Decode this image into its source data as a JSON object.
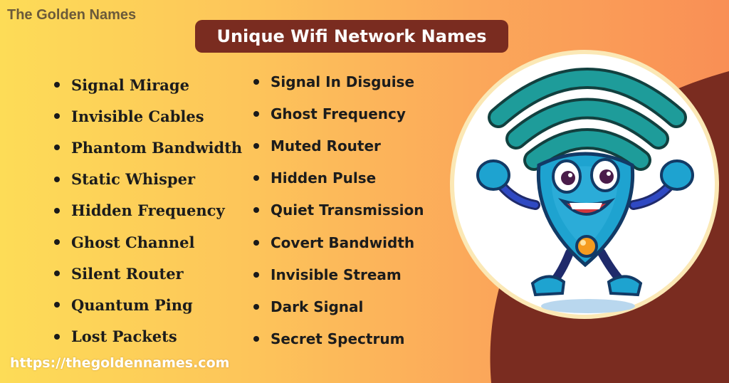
{
  "header": {
    "brand": "The Golden Names",
    "title": "Unique Wifi Network Names"
  },
  "names_left": [
    "Signal Mirage",
    "Invisible Cables",
    "Phantom Bandwidth",
    "Static Whisper",
    "Hidden Frequency",
    "Ghost Channel",
    "Silent Router",
    "Quantum Ping",
    "Lost Packets"
  ],
  "names_right": [
    "Signal In Disguise",
    "Ghost Frequency",
    "Muted Router",
    "Hidden Pulse",
    "Quiet Transmission",
    "Covert Bandwidth",
    "Invisible Stream",
    "Dark Signal",
    "Secret Spectrum"
  ],
  "footer": {
    "url": "https://thegoldennames.com"
  },
  "colors": {
    "title_bg": "#7a2c20",
    "dark_blob": "#7a2c20",
    "mascot_body": "#1ea3d0",
    "wifi_arcs": "#1e9c9a"
  },
  "illustration": "wifi-mascot-icon"
}
